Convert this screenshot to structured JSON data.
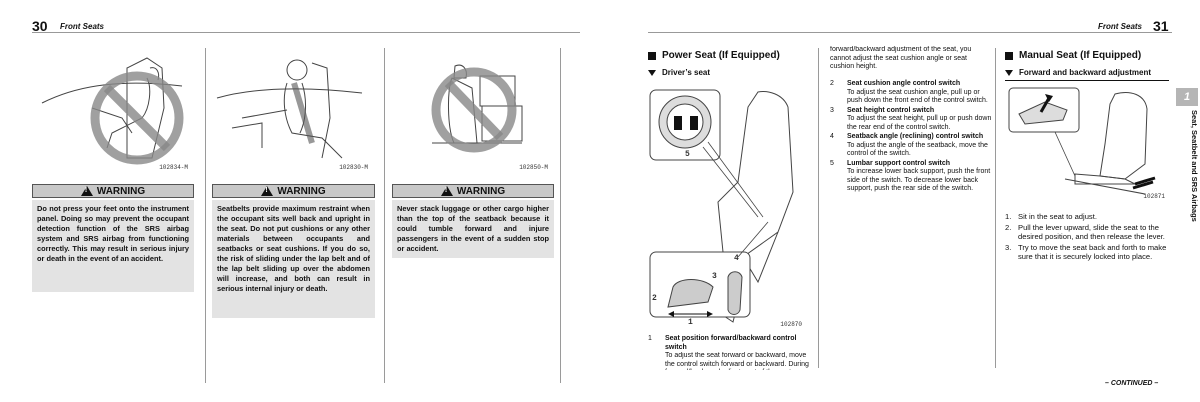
{
  "left_page": {
    "number": "30",
    "header": "Front Seats",
    "figures": [
      {
        "code": "102834-M",
        "icon": "no-feet-on-panel-figure"
      },
      {
        "code": "102830-M",
        "icon": "seated-upright-figure"
      },
      {
        "code": "102850-M",
        "icon": "no-luggage-stack-figure"
      }
    ],
    "warnings": [
      {
        "title": "WARNING",
        "text": "Do not press your feet onto the instrument panel. Doing so may prevent the occupant detection function of the SRS airbag system and SRS airbag from functioning correctly. This may result in serious injury or death in the event of an accident."
      },
      {
        "title": "WARNING",
        "text": "Seatbelts provide maximum restraint when the occupant sits well back and upright in the seat. Do not put cushions or any other materials between occupants and seatbacks or seat cushions. If you do so, the risk of sliding under the lap belt and of the lap belt sliding up over the abdomen will increase, and both can result in serious internal injury or death."
      },
      {
        "title": "WARNING",
        "text": "Never stack luggage or other cargo higher than the top of the seatback because it could tumble forward and injure passengers in the event of a sudden stop or accident."
      }
    ]
  },
  "right_page": {
    "number": "31",
    "header": "Front Seats",
    "power_seat": {
      "title": "Power Seat (If Equipped)",
      "subtitle": "Driver’s seat",
      "figure_code": "102870",
      "callouts": [
        "5",
        "1",
        "2",
        "3",
        "4"
      ],
      "items": [
        {
          "num": "1",
          "title": "Seat position forward/backward control switch",
          "text": "To adjust the seat forward or backward, move the control switch forward or backward. During forward/backward adjustment of the seat, you cannot adjust the seat cushion angle or seat cushion height."
        },
        {
          "num": "2",
          "title": "Seat cushion angle control switch",
          "text": "To adjust the seat cushion angle, pull up or push down the front end of the control switch."
        },
        {
          "num": "3",
          "title": "Seat height control switch",
          "text": "To adjust the seat height, pull up or push down the rear end of the control switch."
        },
        {
          "num": "4",
          "title": "Seatback angle (reclining) control switch",
          "text": "To adjust the angle of the seatback, move the control of the switch."
        },
        {
          "num": "5",
          "title": "Lumbar support control switch",
          "text": "To increase lower back support, push the front side of the switch. To decrease lower back support, push the rear side of the switch."
        }
      ]
    },
    "manual_seat": {
      "title": "Manual Seat (If Equipped)",
      "subtitle": "Forward and backward adjustment",
      "figure_code": "102871",
      "steps": [
        {
          "num": "1.",
          "text": "Sit in the seat to adjust."
        },
        {
          "num": "2.",
          "text": "Pull the lever upward, slide the seat to the desired position, and then release the lever."
        },
        {
          "num": "3.",
          "text": "Try to move the seat back and forth to make sure that it is securely locked into place."
        }
      ]
    },
    "chapter_tab": {
      "number": "1",
      "label": "Seat, Seatbelt and SRS Airbags"
    },
    "continued": "– CONTINUED –"
  }
}
